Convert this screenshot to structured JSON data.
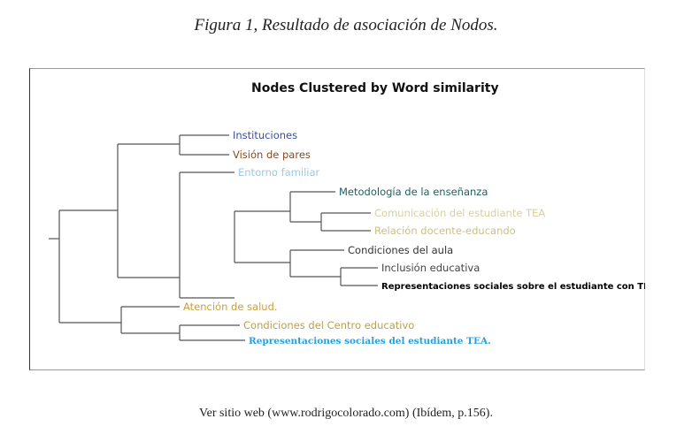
{
  "caption": "Figura 1, Resultado de asociación de Nodos.",
  "diagram": {
    "title": "Nodes Clustered by Word similarity",
    "leaves": [
      {
        "label": "Instituciones",
        "color": "#3b4fa0"
      },
      {
        "label": "Visión de pares",
        "color": "#8b4a1c"
      },
      {
        "label": "Entorno familiar",
        "color": "#9cc8e8"
      },
      {
        "label": "Metodología de la enseñanza",
        "color": "#1f5f5f"
      },
      {
        "label": "Comunicación del estudiante TEA",
        "color": "#d9cfa0"
      },
      {
        "label": "Relación docente-educando",
        "color": "#c9c08a"
      },
      {
        "label": "Condiciones del aula",
        "color": "#333333"
      },
      {
        "label": "Inclusión educativa",
        "color": "#444444"
      },
      {
        "label": "Representaciones sociales sobre el estudiante con TEA",
        "color": "#000000"
      },
      {
        "label": "Atención de salud.",
        "color": "#c9a040"
      },
      {
        "label": "Condiciones del Centro educativo",
        "color": "#b8a050"
      },
      {
        "label": "Representaciones sociales del estudiante TEA.",
        "color": "#2aa0d8"
      }
    ]
  },
  "source": "Ver sitio web (www.rodrigocolorado.com) (Ibídem, p.156)."
}
